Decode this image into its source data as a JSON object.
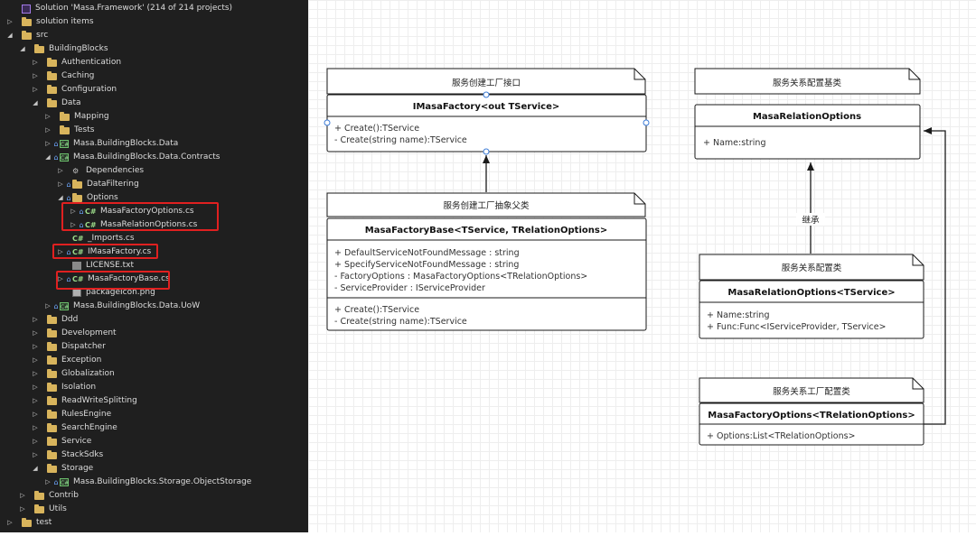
{
  "explorer": {
    "items": [
      {
        "label": "Solution 'Masa.Framework' (214 of 214 projects)",
        "depth": 0,
        "arrow": "",
        "icon": "solution"
      },
      {
        "label": "solution items",
        "depth": 0,
        "arrow": "right",
        "icon": "folder"
      },
      {
        "label": "src",
        "depth": 0,
        "arrow": "down",
        "icon": "folder"
      },
      {
        "label": "BuildingBlocks",
        "depth": 1,
        "arrow": "down",
        "icon": "folder"
      },
      {
        "label": "Authentication",
        "depth": 2,
        "arrow": "right",
        "icon": "folder"
      },
      {
        "label": "Caching",
        "depth": 2,
        "arrow": "right",
        "icon": "folder"
      },
      {
        "label": "Configuration",
        "depth": 2,
        "arrow": "right",
        "icon": "folder"
      },
      {
        "label": "Data",
        "depth": 2,
        "arrow": "down",
        "icon": "folder"
      },
      {
        "label": "Mapping",
        "depth": 3,
        "arrow": "right",
        "icon": "folder"
      },
      {
        "label": "Tests",
        "depth": 3,
        "arrow": "right",
        "icon": "folder"
      },
      {
        "label": "Masa.BuildingBlocks.Data",
        "depth": 3,
        "arrow": "right",
        "icon": "project",
        "lock": true
      },
      {
        "label": "Masa.BuildingBlocks.Data.Contracts",
        "depth": 3,
        "arrow": "down",
        "icon": "project",
        "lock": true
      },
      {
        "label": "Dependencies",
        "depth": 4,
        "arrow": "right",
        "icon": "dependencies"
      },
      {
        "label": "DataFiltering",
        "depth": 4,
        "arrow": "right",
        "icon": "folder",
        "lock": true
      },
      {
        "label": "Options",
        "depth": 4,
        "arrow": "down",
        "icon": "folder",
        "lock": true
      },
      {
        "label": "MasaFactoryOptions.cs",
        "depth": 5,
        "arrow": "right",
        "icon": "cs",
        "lock": true
      },
      {
        "label": "MasaRelationOptions.cs",
        "depth": 5,
        "arrow": "right",
        "icon": "cs",
        "lock": true
      },
      {
        "label": "_Imports.cs",
        "depth": 4,
        "arrow": "",
        "icon": "cs"
      },
      {
        "label": "IMasaFactory.cs",
        "depth": 4,
        "arrow": "right",
        "icon": "cs",
        "lock": true
      },
      {
        "label": "LICENSE.txt",
        "depth": 4,
        "arrow": "",
        "icon": "file"
      },
      {
        "label": "MasaFactoryBase.cs",
        "depth": 4,
        "arrow": "right",
        "icon": "cs",
        "lock": true
      },
      {
        "label": "packageIcon.png",
        "depth": 4,
        "arrow": "",
        "icon": "image"
      },
      {
        "label": "Masa.BuildingBlocks.Data.UoW",
        "depth": 3,
        "arrow": "right",
        "icon": "project",
        "lock": true
      },
      {
        "label": "Ddd",
        "depth": 2,
        "arrow": "right",
        "icon": "folder"
      },
      {
        "label": "Development",
        "depth": 2,
        "arrow": "right",
        "icon": "folder"
      },
      {
        "label": "Dispatcher",
        "depth": 2,
        "arrow": "right",
        "icon": "folder"
      },
      {
        "label": "Exception",
        "depth": 2,
        "arrow": "right",
        "icon": "folder"
      },
      {
        "label": "Globalization",
        "depth": 2,
        "arrow": "right",
        "icon": "folder"
      },
      {
        "label": "Isolation",
        "depth": 2,
        "arrow": "right",
        "icon": "folder"
      },
      {
        "label": "ReadWriteSplitting",
        "depth": 2,
        "arrow": "right",
        "icon": "folder"
      },
      {
        "label": "RulesEngine",
        "depth": 2,
        "arrow": "right",
        "icon": "folder"
      },
      {
        "label": "SearchEngine",
        "depth": 2,
        "arrow": "right",
        "icon": "folder"
      },
      {
        "label": "Service",
        "depth": 2,
        "arrow": "right",
        "icon": "folder"
      },
      {
        "label": "StackSdks",
        "depth": 2,
        "arrow": "right",
        "icon": "folder"
      },
      {
        "label": "Storage",
        "depth": 2,
        "arrow": "down",
        "icon": "folder"
      },
      {
        "label": "Masa.BuildingBlocks.Storage.ObjectStorage",
        "depth": 3,
        "arrow": "right",
        "icon": "project",
        "lock": true
      },
      {
        "label": "Contrib",
        "depth": 1,
        "arrow": "right",
        "icon": "folder"
      },
      {
        "label": "Utils",
        "depth": 1,
        "arrow": "right",
        "icon": "folder"
      },
      {
        "label": "test",
        "depth": 0,
        "arrow": "right",
        "icon": "folder"
      }
    ],
    "cs_badge": "C#",
    "project_badge": "C#",
    "highlight_color": "#e02020"
  },
  "diagram": {
    "notes": {
      "factory_interface": "服务创建工厂接口",
      "factory_base": "服务创建工厂抽象父类",
      "relation_base": "服务关系配置基类",
      "relation_generic": "服务关系配置类",
      "factory_options": "服务关系工厂配置类"
    },
    "classes": {
      "imasafactory": {
        "name": "IMasaFactory<out TService>",
        "members": [
          "+ Create():TService",
          "- Create(string name):TService"
        ]
      },
      "masafactorybase": {
        "name": "MasaFactoryBase<TService, TRelationOptions>",
        "fields": [
          "+ DefaultServiceNotFoundMessage : string",
          "+ SpecifyServiceNotFoundMessage : string",
          "- FactoryOptions : MasaFactoryOptions<TRelationOptions>",
          "- ServiceProvider : IServiceProvider"
        ],
        "methods": [
          "+ Create():TService",
          "- Create(string name):TService"
        ]
      },
      "masarelationoptions": {
        "name": "MasaRelationOptions",
        "members": [
          "+ Name:string"
        ]
      },
      "masarelationoptions_t": {
        "name": "MasaRelationOptions<TService>",
        "members": [
          "+ Name:string",
          "+ Func:Func<IServiceProvider, TService>"
        ]
      },
      "masafactoryoptions": {
        "name": "MasaFactoryOptions<TRelationOptions>",
        "members": [
          "+ Options:List<TRelationOptions>"
        ]
      }
    },
    "inherit_label": "继承",
    "colors": {
      "line": "#1a1a1a",
      "handle": "#3a7ad6"
    }
  }
}
